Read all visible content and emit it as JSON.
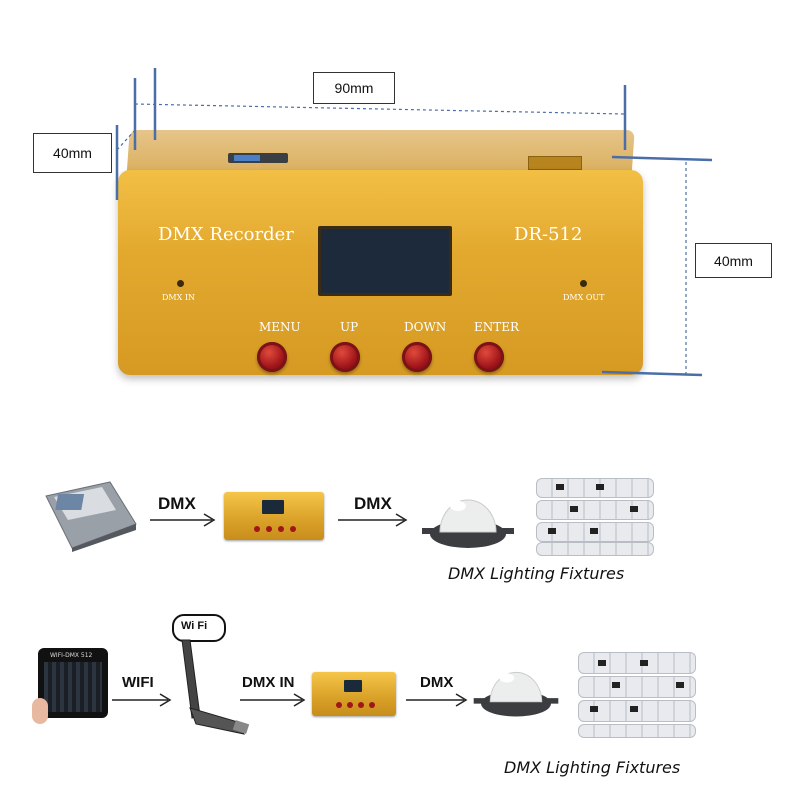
{
  "dimensions": {
    "width_label": "90mm",
    "depth_label": "40mm",
    "height_label": "40mm"
  },
  "device": {
    "title": "DMX Recorder",
    "model": "DR-512",
    "port_in": "DMX IN",
    "port_out": "DMX OUT",
    "buttons": [
      "MENU",
      "UP",
      "DOWN",
      "ENTER"
    ]
  },
  "flow1": {
    "arrow1": "DMX",
    "arrow2": "DMX",
    "caption": "DMX Lighting Fixtures"
  },
  "flow2": {
    "tablet_title": "WIFI-DMX 512",
    "wifi_badge": "Wi Fi",
    "arrow1": "WIFI",
    "arrow2": "DMX IN",
    "arrow3": "DMX",
    "caption": "DMX Lighting Fixtures"
  },
  "colors": {
    "device_gold": "#e0a62c",
    "dimension_line": "#4a6ea8",
    "knob_red": "#a0151a"
  }
}
